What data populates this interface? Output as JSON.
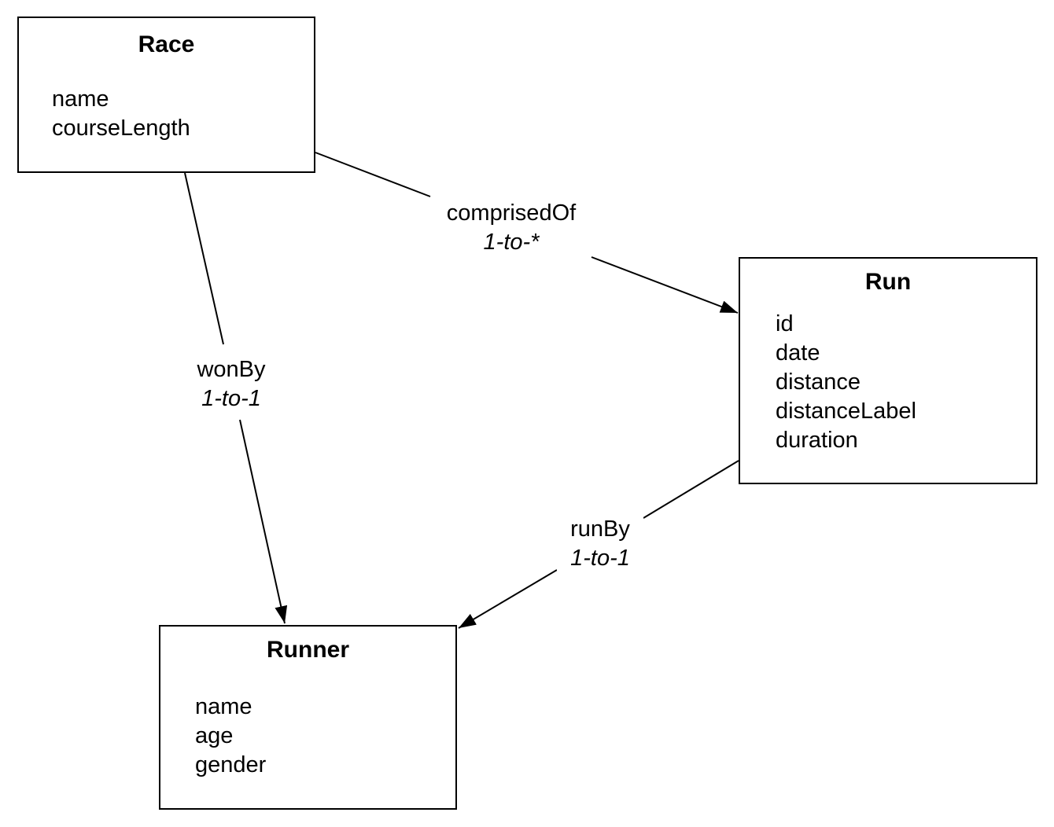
{
  "entities": {
    "race": {
      "title": "Race",
      "attributes": [
        "name",
        "courseLength"
      ]
    },
    "run": {
      "title": "Run",
      "attributes": [
        "id",
        "date",
        "distance",
        "distanceLabel",
        "duration"
      ]
    },
    "runner": {
      "title": "Runner",
      "attributes": [
        "name",
        "age",
        "gender"
      ]
    }
  },
  "relationships": {
    "wonBy": {
      "name": "wonBy",
      "cardinality": "1-to-1",
      "from": "Race",
      "to": "Runner"
    },
    "comprisedOf": {
      "name": "comprisedOf",
      "cardinality": "1-to-*",
      "from": "Race",
      "to": "Run"
    },
    "runBy": {
      "name": "runBy",
      "cardinality": "1-to-1",
      "from": "Run",
      "to": "Runner"
    }
  },
  "colors": {
    "line": "#000000",
    "background": "#ffffff"
  }
}
